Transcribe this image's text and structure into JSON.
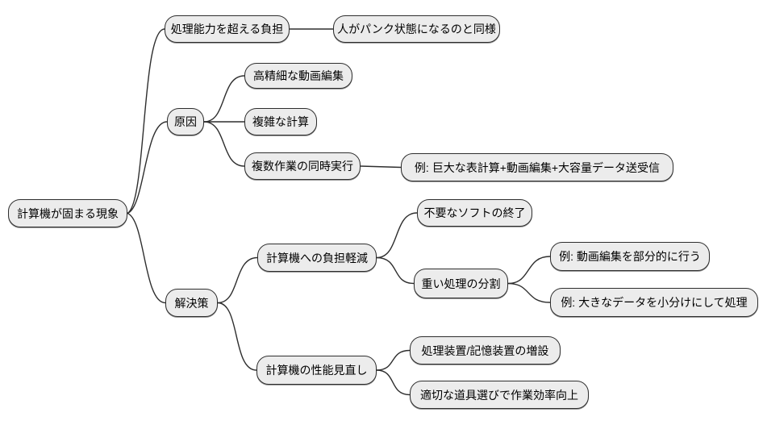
{
  "diagram": {
    "type": "mindmap",
    "topic": "計算機が固まる現象"
  },
  "colors": {
    "background": "#ffffff",
    "node_fill": "#ececec",
    "node_border": "#2e2e2e",
    "edge": "#2e2e2e",
    "text": "#000000"
  },
  "nodes": {
    "root": {
      "label": "計算機が固まる現象"
    },
    "overload": {
      "label": "処理能力を超える負担"
    },
    "overload_analogy": {
      "label": "人がパンク状態になるのと同様"
    },
    "causes": {
      "label": "原因"
    },
    "cause_video": {
      "label": "高精細な動画編集"
    },
    "cause_calc": {
      "label": "複雑な計算"
    },
    "cause_multitask": {
      "label": "複数作業の同時実行"
    },
    "multitask_example": {
      "label": "例: 巨大な表計算+動画編集+大容量データ送受信"
    },
    "solutions": {
      "label": "解決策"
    },
    "reduce_load": {
      "label": "計算機への負担軽減"
    },
    "quit_software": {
      "label": "不要なソフトの終了"
    },
    "split_heavy": {
      "label": "重い処理の分割"
    },
    "split_example_video": {
      "label": "例: 動画編集を部分的に行う"
    },
    "split_example_data": {
      "label": "例: 大きなデータを小分けにして処理"
    },
    "upgrade": {
      "label": "計算機の性能見直し"
    },
    "upgrade_hardware": {
      "label": "処理装置/記憶装置の増設"
    },
    "upgrade_tools": {
      "label": "適切な道具選びで作業効率向上"
    }
  },
  "edges": [
    {
      "from": "root",
      "to": "overload"
    },
    {
      "from": "overload",
      "to": "overload_analogy"
    },
    {
      "from": "root",
      "to": "causes"
    },
    {
      "from": "causes",
      "to": "cause_video"
    },
    {
      "from": "causes",
      "to": "cause_calc"
    },
    {
      "from": "causes",
      "to": "cause_multitask"
    },
    {
      "from": "cause_multitask",
      "to": "multitask_example"
    },
    {
      "from": "root",
      "to": "solutions"
    },
    {
      "from": "solutions",
      "to": "reduce_load"
    },
    {
      "from": "reduce_load",
      "to": "quit_software"
    },
    {
      "from": "reduce_load",
      "to": "split_heavy"
    },
    {
      "from": "split_heavy",
      "to": "split_example_video"
    },
    {
      "from": "split_heavy",
      "to": "split_example_data"
    },
    {
      "from": "solutions",
      "to": "upgrade"
    },
    {
      "from": "upgrade",
      "to": "upgrade_hardware"
    },
    {
      "from": "upgrade",
      "to": "upgrade_tools"
    }
  ]
}
